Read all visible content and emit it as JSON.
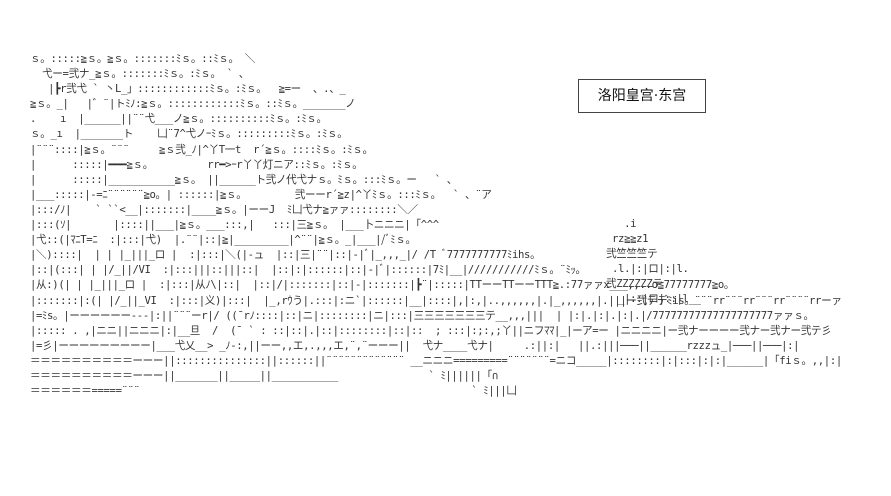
{
  "caption": {
    "text": "洛阳皇宫·东宫"
  },
  "art_lines": [
    "ｓ。:::::≧ｓ。≧ｓ。:::::::ﾐｓ。::ﾐｓ。 ＼",
    "  弋ー=弐ナ_≧ｓ。:::::::ﾐｓ。:ﾐｓ。 ` 、",
    "   |┣r弐弋 ` 丶L_」::::::::::::ﾐｓ。:ﾐｓ。  ≧=ー  、.、_",
    "≧ｓ。_|   |゛¨|トﾐﾉ:≧ｓ。::::::::::::ﾐｓ。::ﾐｓ。_______ノ",
    ".    ı  |______||¨¨弋___ノ≧ｓ。::::::::::ﾐｓ。:ﾐｓ。",
    "ｓ。_ı  |_______ト    凵¨7^弋ノｰﾐｓ。:::::::::ﾐｓ。:ﾐｓ。",
    "|¨¨¨::::|≧ｓ。¨¨¨     ≧ｓ弐_ﾉ|^丫T一t  r´≧ｓ。::::ﾐｓ。:ﾐｓ。",
    "|      :::::|━━━≧ｓ。         rr━>ｰr丫丫灯ニア::ﾐｓ。:ﾐｓ。",
    "|      :::::|___________≧ｓ。 ||______ト弐ノ代弋ナｓ。ﾐｓ。:::ﾐｓ。ー   ` 、",
    "|___:::::|-=ﾆ¨¨¨¨¨¨≧o。| ::::::|≧ｓ。        弐ーーr´≧z|^丫ﾐｓ。:::ﾐｓ。  ` 、¨ア",
    "|:::/ﾉ|    ` ``<__|:::::::|____≧ｓ。|ーーJ  ﾐ凵弋ナ≧ァァ::::::::＼／",
    "|:::(ｿ|       |::::||___|≧ｓ。___:::,|   :::|三≧ｓ。 |___卜ニニニ|「^^^",
    "|弋::(|ﾏﾆT=ﾆ  :|:::|弋)  |.¨¨|::|≧|_________|^¨¨|≧ｓ。_|___|/ﾞﾐｓ。",
    "|＼)::::|  | | |_|||_ロ |  :|:::|＼(|-ュ  |::|三|¨¨|::|-|ﾞ|_,,,_|/ /T ﾞ7777777777ﾐihs。",
    "|::|(:::| | |/_||/VI  :|:::|||::|||::|  |::|:|::::::|::|-|ﾞ|::::::|7ﾐ|__|///////////ﾐｓ。¨ﾐｯ。",
    "|从:)(| | |_|||_ロ |  :|:::|从ﾉ\\|::|  |::|/|:::::::|::|-|:::::::|┣¨|:::::|TTーーTTーーTTT≧.:77ァァx___,,..o≦77777777≧o。",
    "|:::::::|:(| |/_||_VI  :|:::|义)|:::|  |_,rｳう|.:::|:ニ`|::::::|__|::::|,|:,|..,,,,,,|.|_,,,,,,|.|||ー弐テデﾐis。¨¨¨rr¨¨¨rr¨¨¨rr¨¨¨¨rrーァ",
    "|=ﾐs。|ーーーーーー---|:||¨¨¨ーr|/ ((¯rﾉ::::|::|ニ|::::::::|ニ|:::|三三三三三三三テ__,,,|||  | |:|.|:|.|:|.|/77777777777777777777ァァｓ。",
    "|::::: . ,|ニニ||ニニニ|:|__旦  /  (¯ ` : ::|::|.|::|::::::::|::|::  ; :::|:;:,;丫||ニフﾏﾏ|_|ーア=ー |ニニニニ|ー弐ナーーーー弐ナー弐ナー弐テ彡",
    "|=彡|ーーーーーーーーー|___弋乂__> _ﾉ-:,||ーー,,エ,.,,,エ,¨,¨ーーー||  弋ナ____弋ナ|     .:||:|   ||.:|||───||______rzzzュ_|───||───|:|",
    "＝＝＝＝＝＝＝＝＝＝ーーー||:::::::::::::::||::::::||¨¨¨¨¨¨¨¨¨¨¨¨¨ __ニニニ=========¨¨¨¨¨¨¨=ニコ_____|::::::::|:|:::|:|:|______|「fiｓ。,,|:|",
    "＝＝＝＝＝＝＝＝＝＝ーーー||_______||_____||___________               ` ﾐ||||||「∩",
    "＝＝＝＝＝＝=====¨¨¨                                                       ` ﾐ|||凵"
  ],
  "pagoda_lines": [
    "   .i",
    " rz≧≧z1",
    "弐竺竺竺テ",
    " .l.|:|ロ|:|l.",
    "弐ZZZZZZテ",
    "  _|::|ロ|::|l__"
  ]
}
